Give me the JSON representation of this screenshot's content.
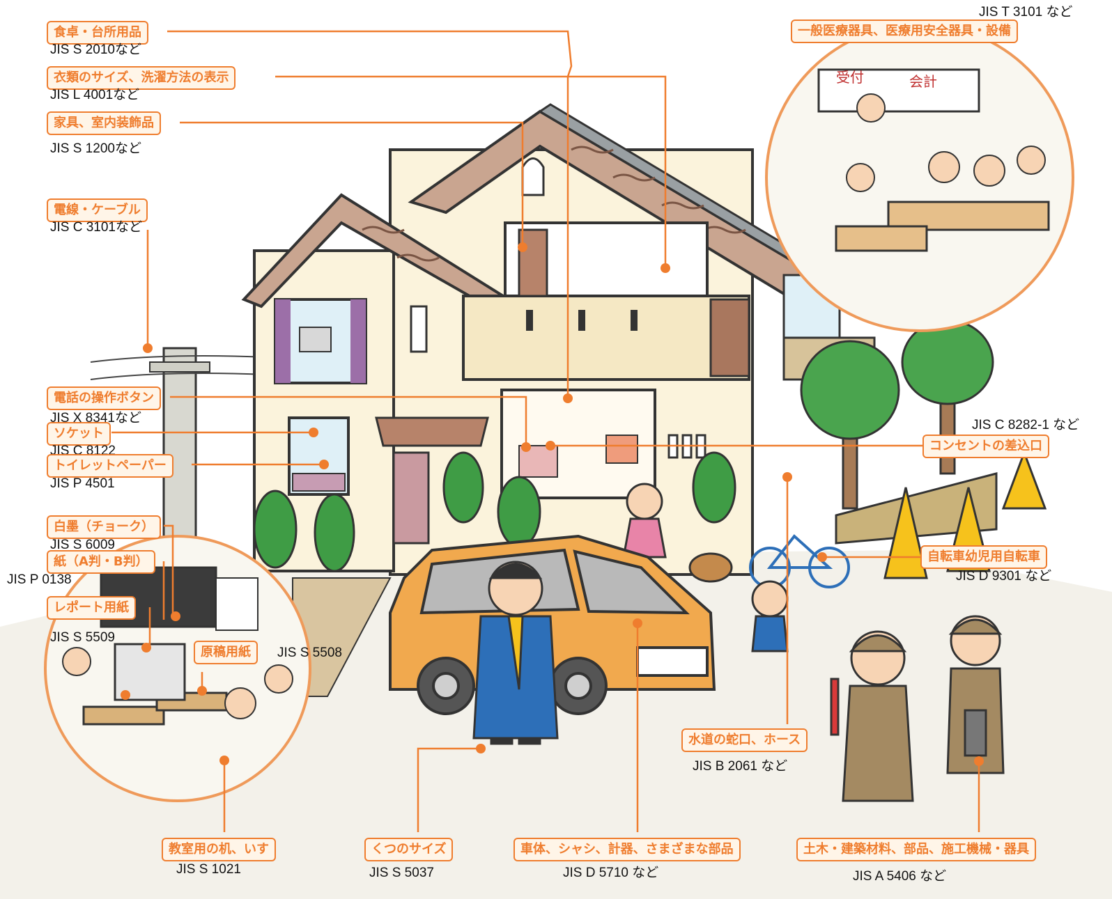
{
  "colors": {
    "accent": "#ef7d2e",
    "label_bg": "#fff5e8",
    "text": "#111111"
  },
  "labels": {
    "tableware": {
      "title": "食卓・台所用品",
      "code": "JIS S 2010など"
    },
    "clothing": {
      "title": "衣類のサイズ、洗濯方法の表示",
      "code": "JIS L 4001など"
    },
    "furniture": {
      "title": "家具、室内装飾品",
      "code": "JIS S 1200など"
    },
    "cable": {
      "title": "電線・ケーブル",
      "code": "JIS C 3101など"
    },
    "phone": {
      "title": "電話の操作ボタン",
      "code": "JIS X 8341など"
    },
    "socket": {
      "title": "ソケット",
      "code": "JIS C 8122"
    },
    "toilet_paper": {
      "title": "トイレットペーパー",
      "code": "JIS P 4501"
    },
    "chalk": {
      "title": "白墨（チョーク）",
      "code": "JIS S 6009"
    },
    "paper": {
      "title": "紙（A判・B判）",
      "code": "JIS P 0138"
    },
    "report_paper": {
      "title": "レポート用紙",
      "code": "JIS S 5509"
    },
    "manuscript": {
      "title": "原稿用紙",
      "code": "JIS S 5508"
    },
    "desk": {
      "title": "教室用の机、いす",
      "code": "JIS S 1021"
    },
    "shoes": {
      "title": "くつのサイズ",
      "code": "JIS S 5037"
    },
    "vehicle": {
      "title": "車体、シャシ、計器、さまざまな部品",
      "code": "JIS D 5710 など"
    },
    "construction": {
      "title": "土木・建築材料、部品、施工機械・器具",
      "code": "JIS A 5406 など"
    },
    "faucet": {
      "title": "水道の蛇口、ホース",
      "code": "JIS B 2061 など"
    },
    "bicycle": {
      "title": "自転車幼児用自転車",
      "code": "JIS D 9301 など"
    },
    "outlet": {
      "title": "コンセントの差込口",
      "code": "JIS C 8282-1 など"
    },
    "medical": {
      "title": "一般医療器具、医療用安全器具・設備",
      "code": "JIS T 3101 など"
    }
  },
  "scene_text": {
    "reception": "受付",
    "cashier": "会計"
  }
}
